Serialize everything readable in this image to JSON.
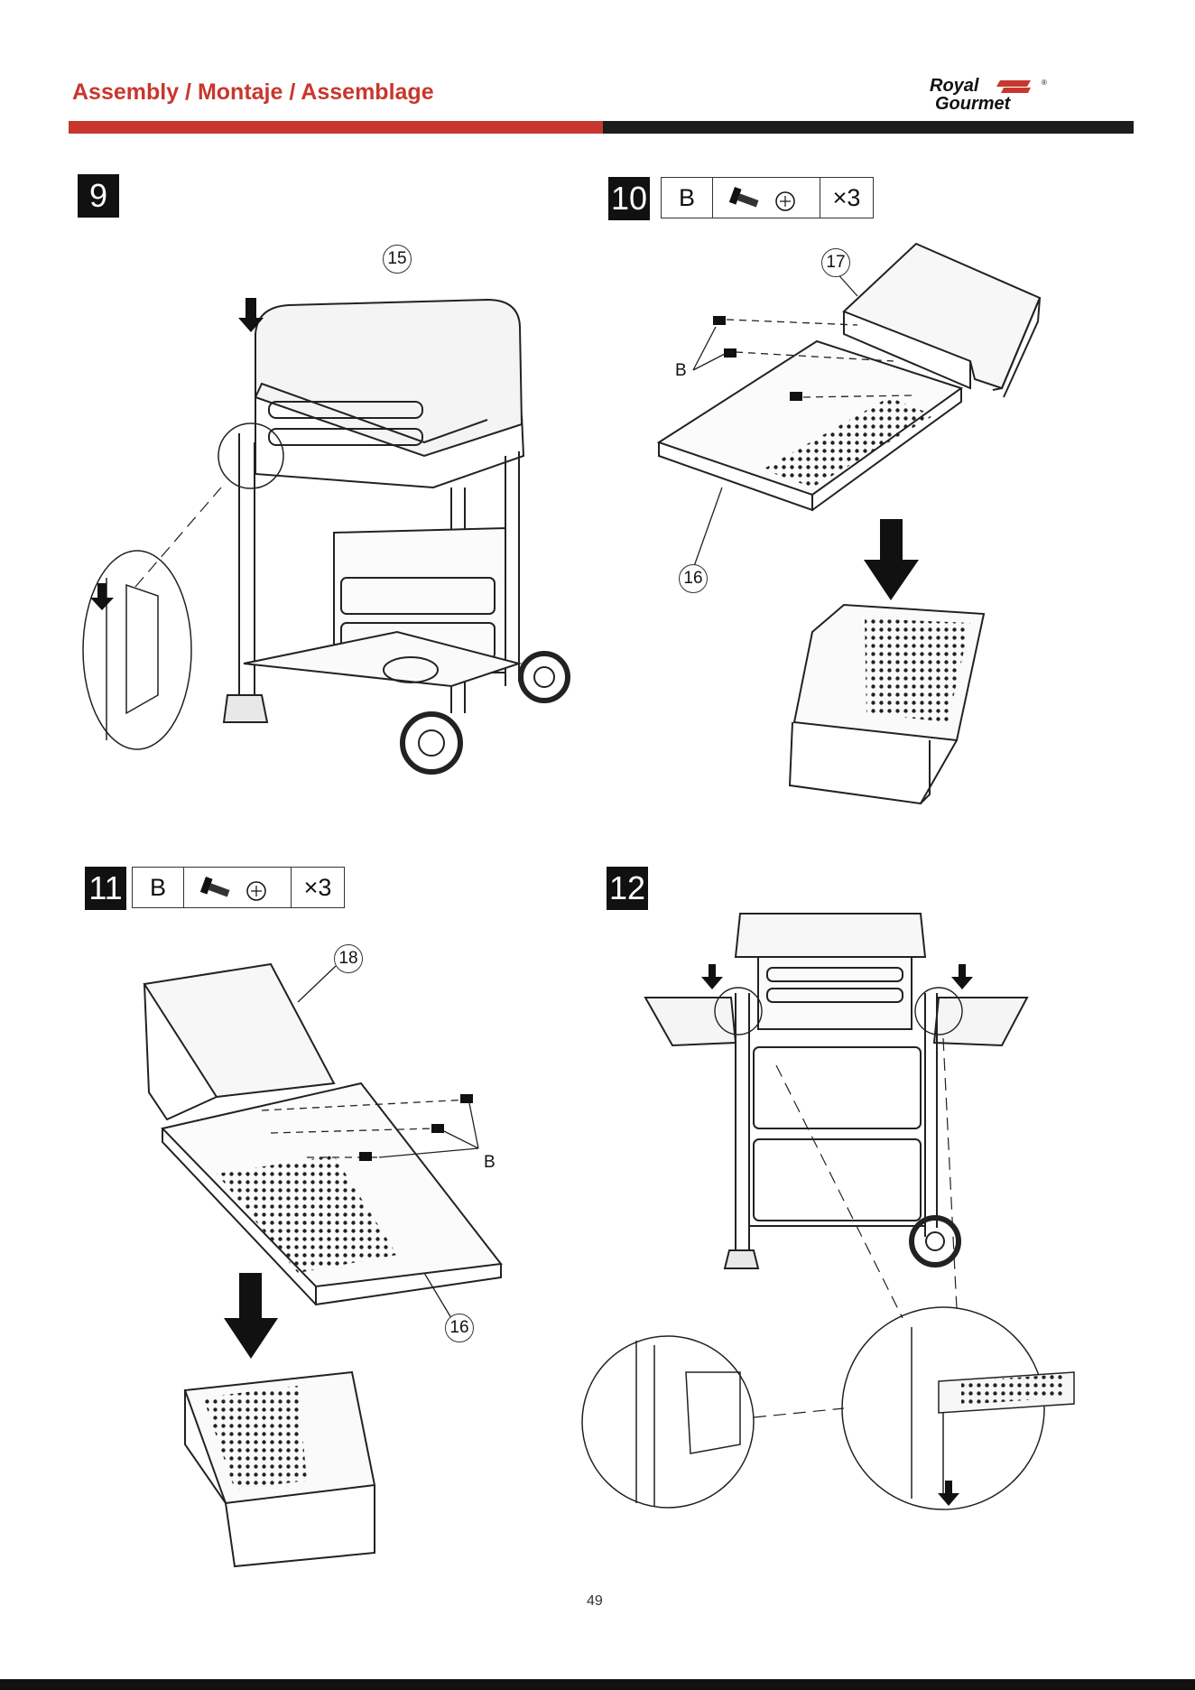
{
  "header": {
    "title": "Assembly / Montaje / Assemblage",
    "logo_line1": "Royal",
    "logo_line2": "Gourmet",
    "logo_mark": "®",
    "accent_color": "#c8372d"
  },
  "steps": [
    {
      "number": "9",
      "callouts": [
        "15"
      ]
    },
    {
      "number": "10",
      "part": "B",
      "qty": "×3",
      "callouts": [
        "17",
        "16"
      ],
      "label": "B"
    },
    {
      "number": "11",
      "part": "B",
      "qty": "×3",
      "callouts": [
        "18",
        "16"
      ],
      "label": "B"
    },
    {
      "number": "12"
    }
  ],
  "footer": {
    "page_number": "49"
  }
}
